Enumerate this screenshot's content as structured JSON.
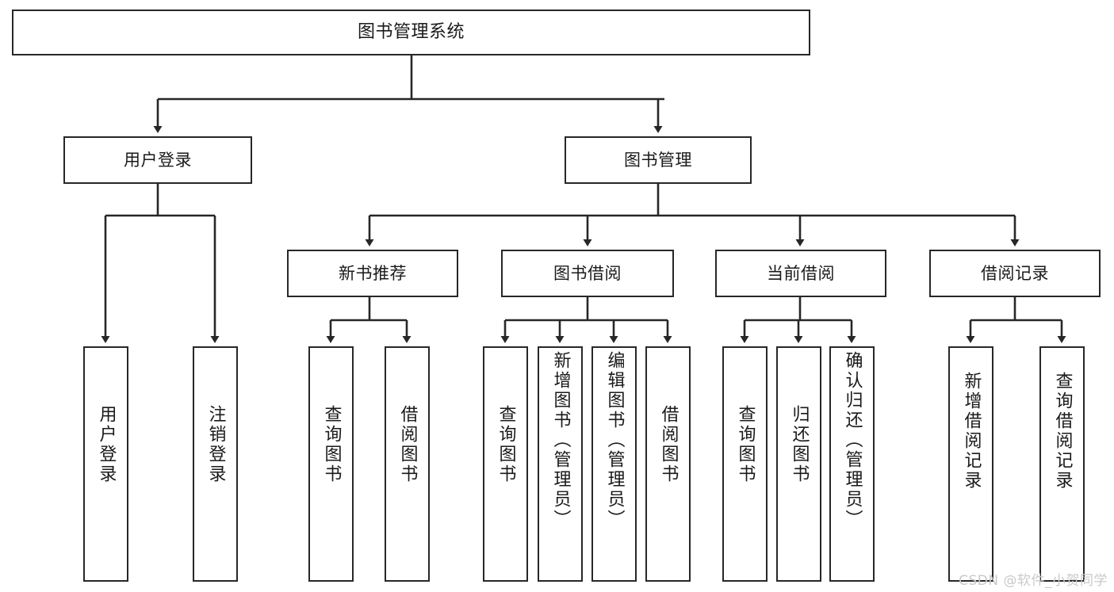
{
  "diagram": {
    "title": "图书管理系统",
    "type": "tree-hierarchy-diagram",
    "watermark": "CSDN @软件_小贺同学",
    "colors": {
      "border": "#272727",
      "fill": "#ffffff",
      "text": "#1a1a1a",
      "edge": "#272727",
      "watermark": "#c9c9c9"
    },
    "nodes": {
      "root": {
        "label": "图书管理系统"
      },
      "level2": [
        {
          "id": "user-login",
          "label": "用户登录"
        },
        {
          "id": "book-manage",
          "label": "图书管理"
        }
      ],
      "level3": [
        {
          "id": "new-book-rec",
          "label": "新书推荐"
        },
        {
          "id": "book-borrow",
          "label": "图书借阅"
        },
        {
          "id": "current-borrow",
          "label": "当前借阅"
        },
        {
          "id": "borrow-record",
          "label": "借阅记录"
        }
      ],
      "leaves": {
        "user_login": [
          {
            "id": "leaf-user-login",
            "label": "用户登录"
          },
          {
            "id": "leaf-logout",
            "label": "注销登录"
          }
        ],
        "new_book_rec": [
          {
            "id": "leaf-query-book-1",
            "label": "查询图书"
          },
          {
            "id": "leaf-borrow-book-1",
            "label": "借阅图书"
          }
        ],
        "book_borrow": [
          {
            "id": "leaf-query-book-2",
            "label": "查询图书"
          },
          {
            "id": "leaf-add-book",
            "label": "新增图书（管理员）"
          },
          {
            "id": "leaf-edit-book",
            "label": "编辑图书（管理员）"
          },
          {
            "id": "leaf-borrow-book-2",
            "label": "借阅图书"
          }
        ],
        "current_borrow": [
          {
            "id": "leaf-query-book-3",
            "label": "查询图书"
          },
          {
            "id": "leaf-return-book",
            "label": "归还图书"
          },
          {
            "id": "leaf-confirm-return",
            "label": "确认归还（管理员）"
          }
        ],
        "borrow_record": [
          {
            "id": "leaf-add-record",
            "label": "新增借阅记录"
          },
          {
            "id": "leaf-query-record",
            "label": "查询借阅记录"
          }
        ]
      }
    }
  }
}
